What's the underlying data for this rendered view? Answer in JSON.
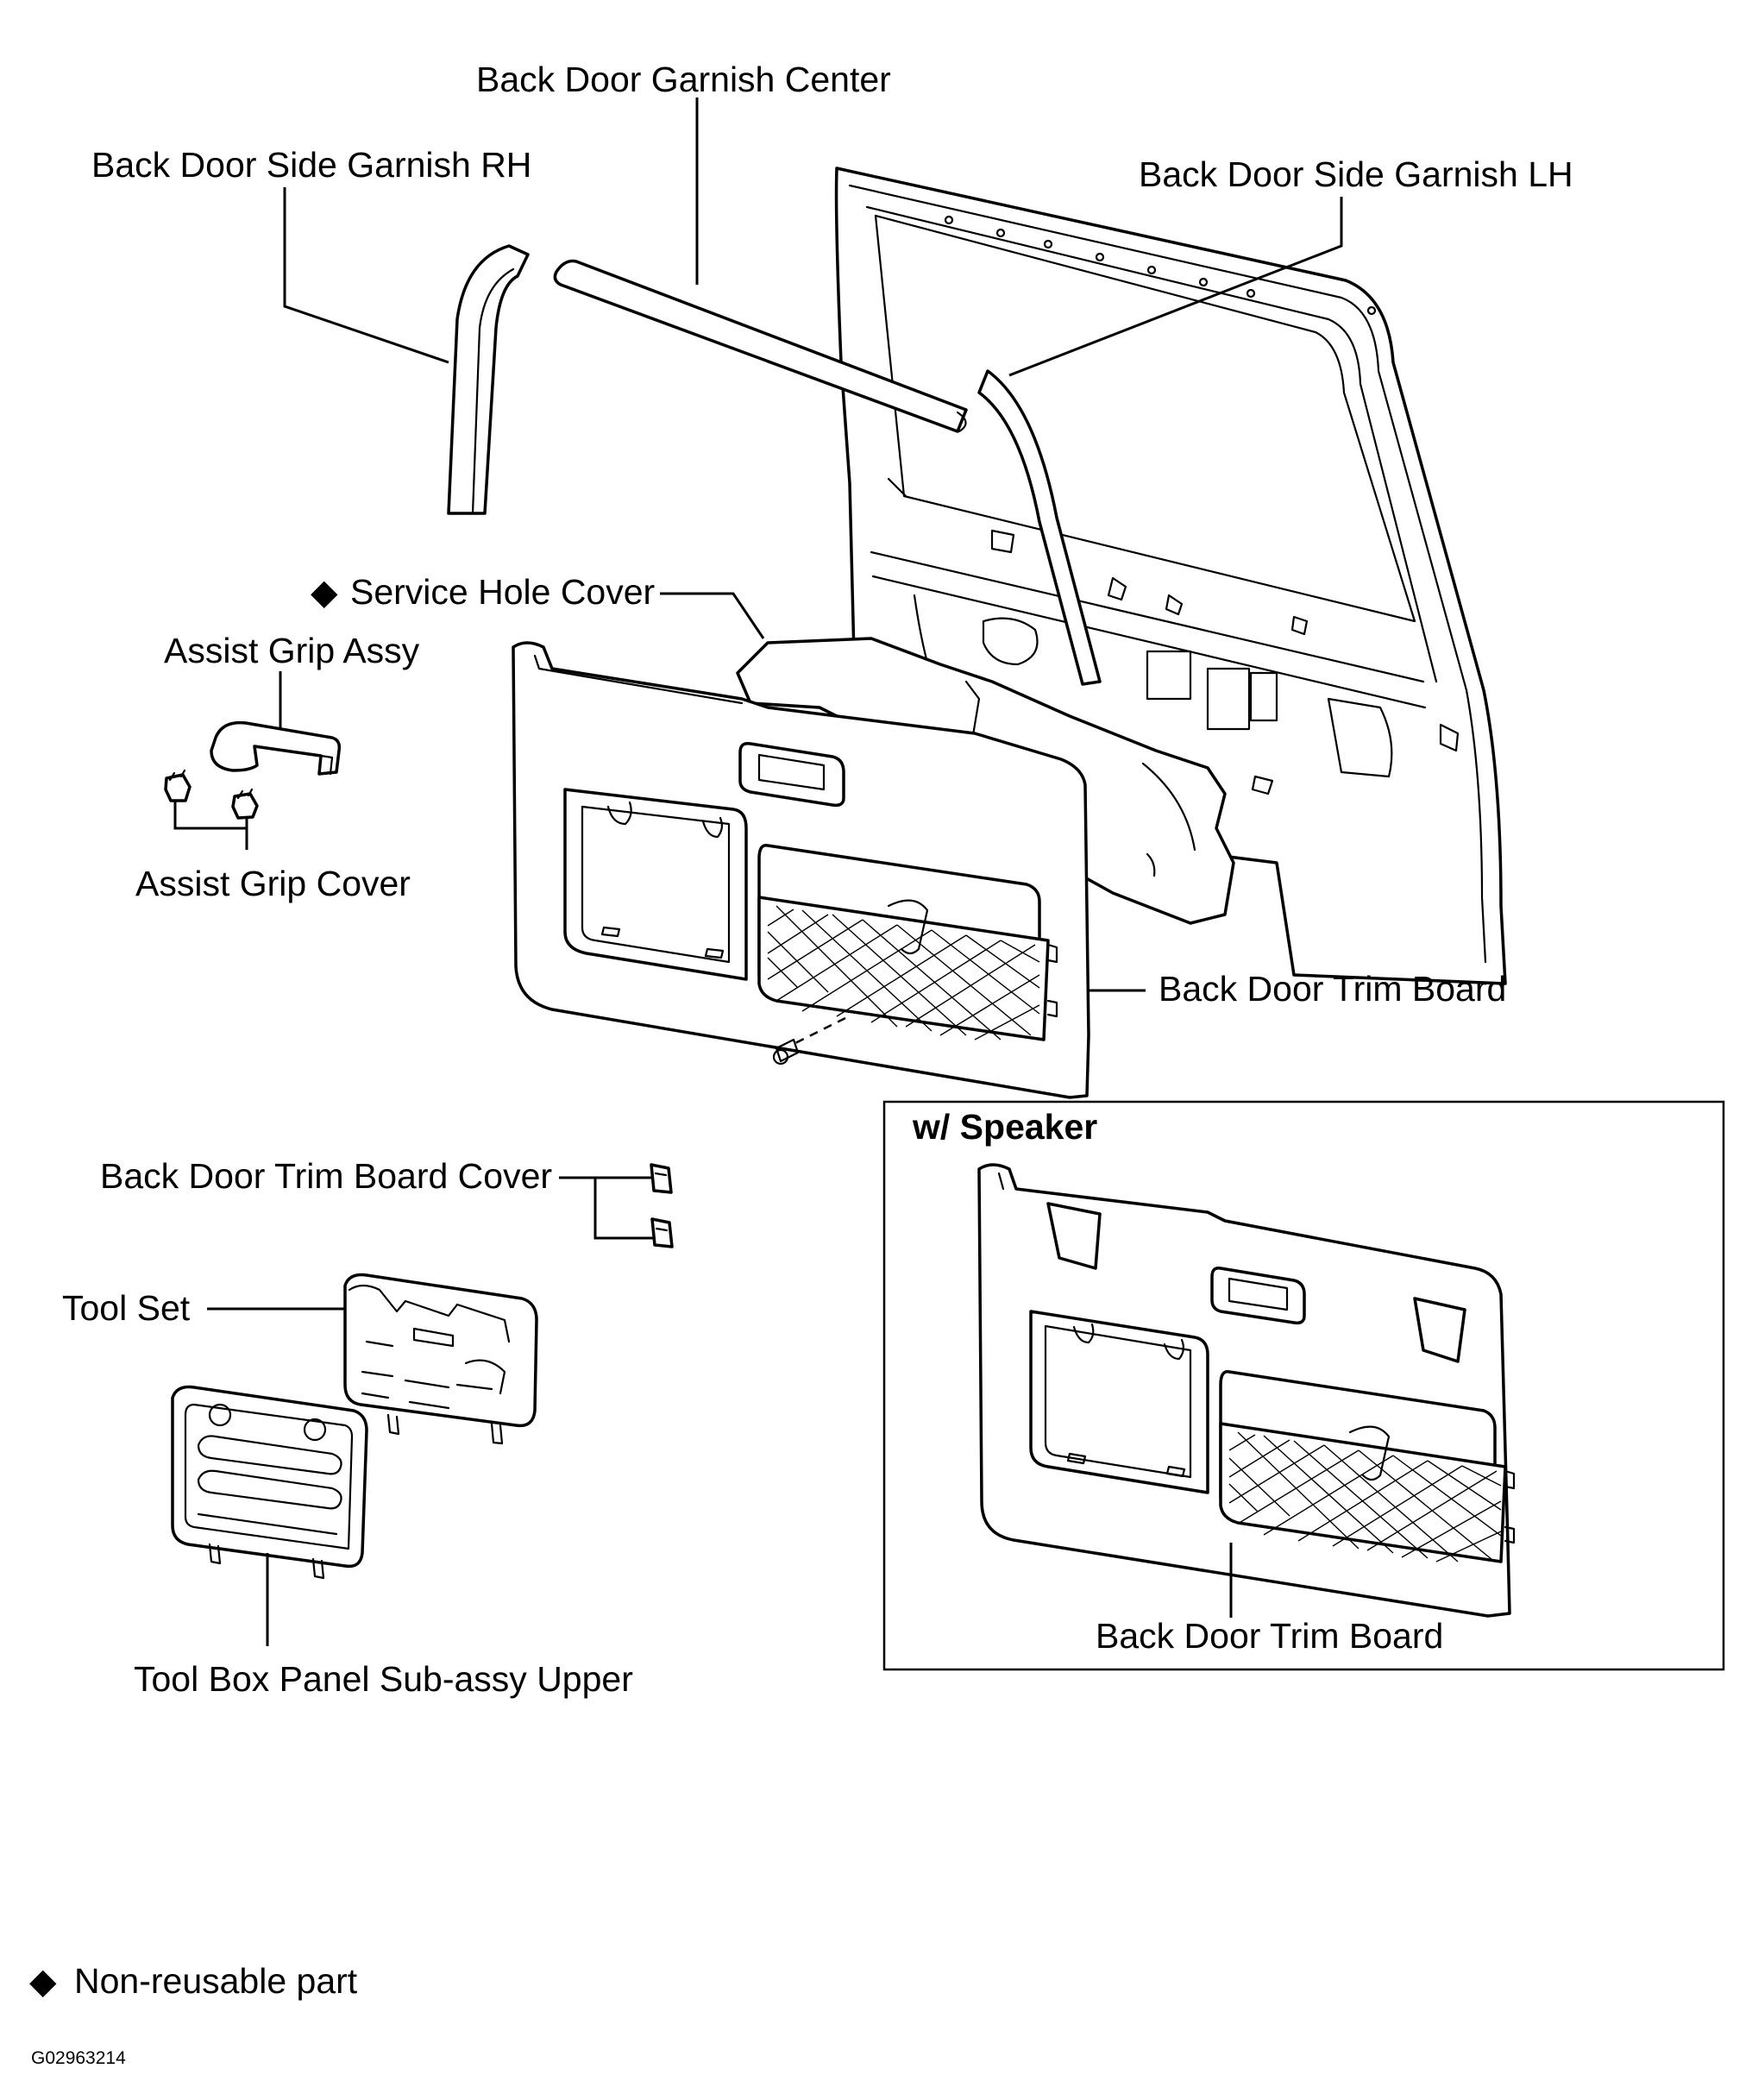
{
  "labels": {
    "garnish_center": "Back Door Garnish Center",
    "garnish_rh": "Back Door Side Garnish RH",
    "garnish_lh": "Back Door Side Garnish LH",
    "service_hole_cover": "Service Hole Cover",
    "assist_grip_assy": "Assist Grip Assy",
    "assist_grip_cover": "Assist Grip Cover",
    "trim_board": "Back Door Trim Board",
    "trim_board_cover": "Back Door Trim Board Cover",
    "tool_set": "Tool Set",
    "tool_box_panel": "Tool Box Panel Sub-assy Upper"
  },
  "inset": {
    "title": "w/ Speaker",
    "trim_board": "Back Door Trim Board"
  },
  "legend": {
    "symbol": "◆",
    "text": "Non-reusable part"
  },
  "figure_code": "G02963214"
}
